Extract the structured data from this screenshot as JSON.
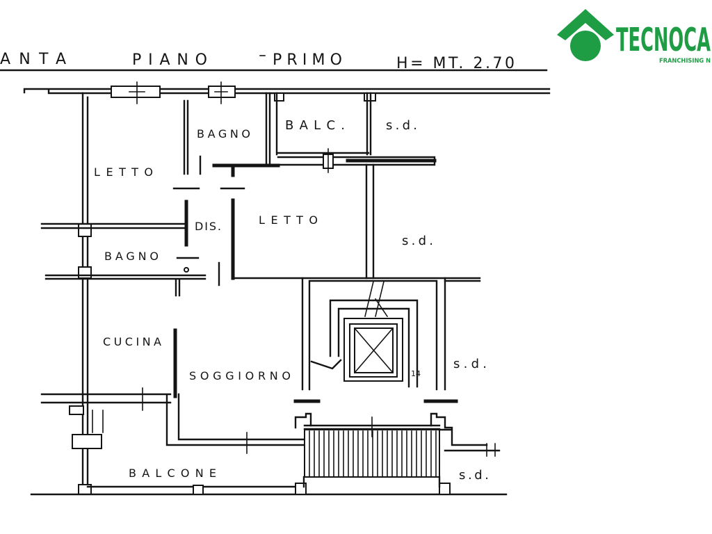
{
  "header": {
    "title_part1": "ANTA",
    "title_part2": "PIANO",
    "title_part3": "PRIMO",
    "ceiling_height": "H= MT. 2.70"
  },
  "logo": {
    "brand_name": "TECNOCA",
    "tagline": "FRANCHISING N",
    "brand_color": "#1f9d45"
  },
  "rooms": {
    "bagno_top": "BAGNO",
    "balcony_small": "BALC.",
    "sd_top_right": "s.d.",
    "letto_left": "LETTO",
    "disimpegno": "DIS.",
    "letto_center": "LETTO",
    "sd_mid_right": "s.d.",
    "bagno_left": "BAGNO",
    "cucina": "CUCINA",
    "soggiorno": "SOGGIORNO",
    "stair_number": "14",
    "sd_stair_right": "s.d.",
    "balcone": "BALCONE",
    "sd_bottom_right": "s.d."
  },
  "colors": {
    "ink": "#141414",
    "background": "#ffffff"
  }
}
